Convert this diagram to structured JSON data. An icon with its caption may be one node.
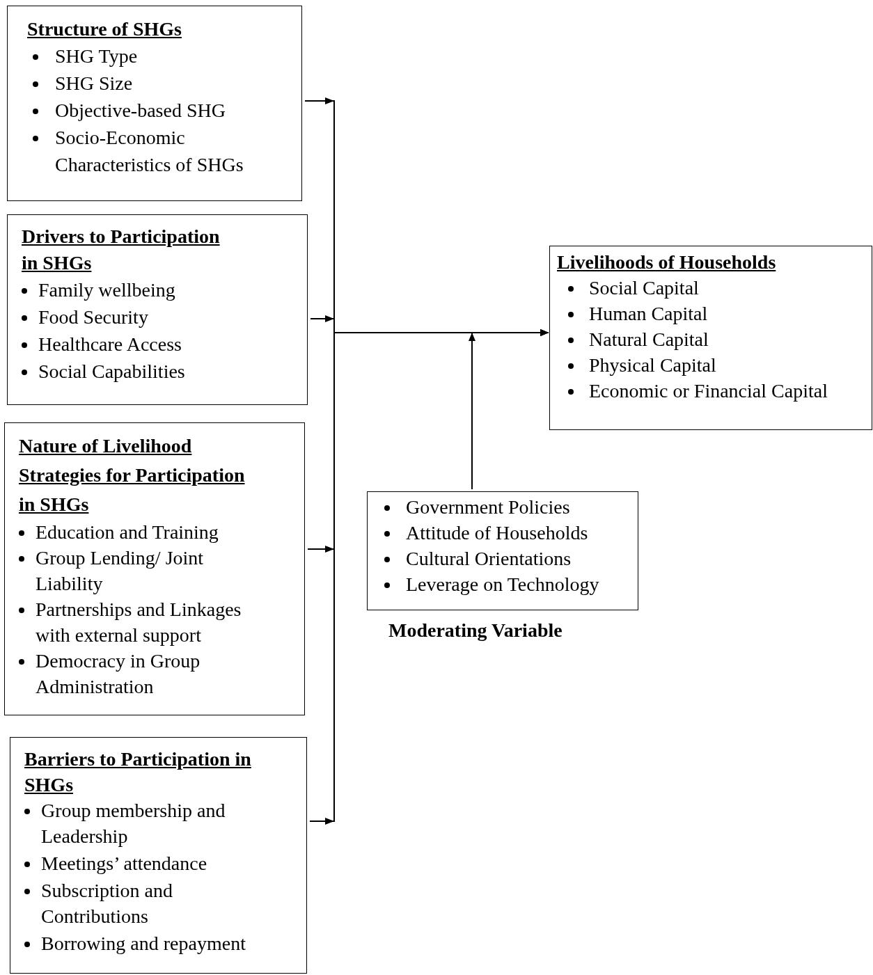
{
  "diagram": {
    "nodes": [
      {
        "text": [
          "Structure of SHGs",
          "SHG Type",
          "SHG Size",
          "Objective-based SHG",
          "Socio-Economic Characteristics of SHGs"
        ]
      },
      {
        "text": [
          "Drivers to Participation in SHGs",
          "Family wellbeing",
          "Food Security",
          "Healthcare Access",
          "Social Capabilities"
        ]
      },
      {
        "text": [
          "Nature of Livelihood Strategies for Participation in SHGs",
          "Education and Training",
          "Group Lending/ Joint Liability",
          "Partnerships and Linkages with external support",
          "Democracy in Group Administration"
        ]
      },
      {
        "text": [
          "Barriers to Participation in SHGs",
          "Group membership and Leadership",
          "Meetings’ attendance",
          "Subscription and Contributions",
          "Borrowing and repayment"
        ]
      },
      {
        "text": [
          "Livelihoods of Households",
          "Social Capital",
          "Human Capital",
          "Natural Capital",
          "Physical Capital",
          "Economic or Financial Capital"
        ]
      },
      {
        "text": [
          "Government Policies",
          "Attitude of Households",
          "Cultural Orientations",
          "Leverage on Technology"
        ],
        "beside": [
          "Moderating Variable"
        ]
      }
    ],
    "edges": [
      {
        "from": 0,
        "to": 4,
        "arrow": "to"
      },
      {
        "from": 1,
        "to": 4,
        "arrow": "to"
      },
      {
        "from": 2,
        "to": 4,
        "arrow": "to"
      },
      {
        "from": 3,
        "to": 4,
        "arrow": "to"
      },
      {
        "from": 5,
        "to": null,
        "arrow": "to"
      }
    ]
  }
}
